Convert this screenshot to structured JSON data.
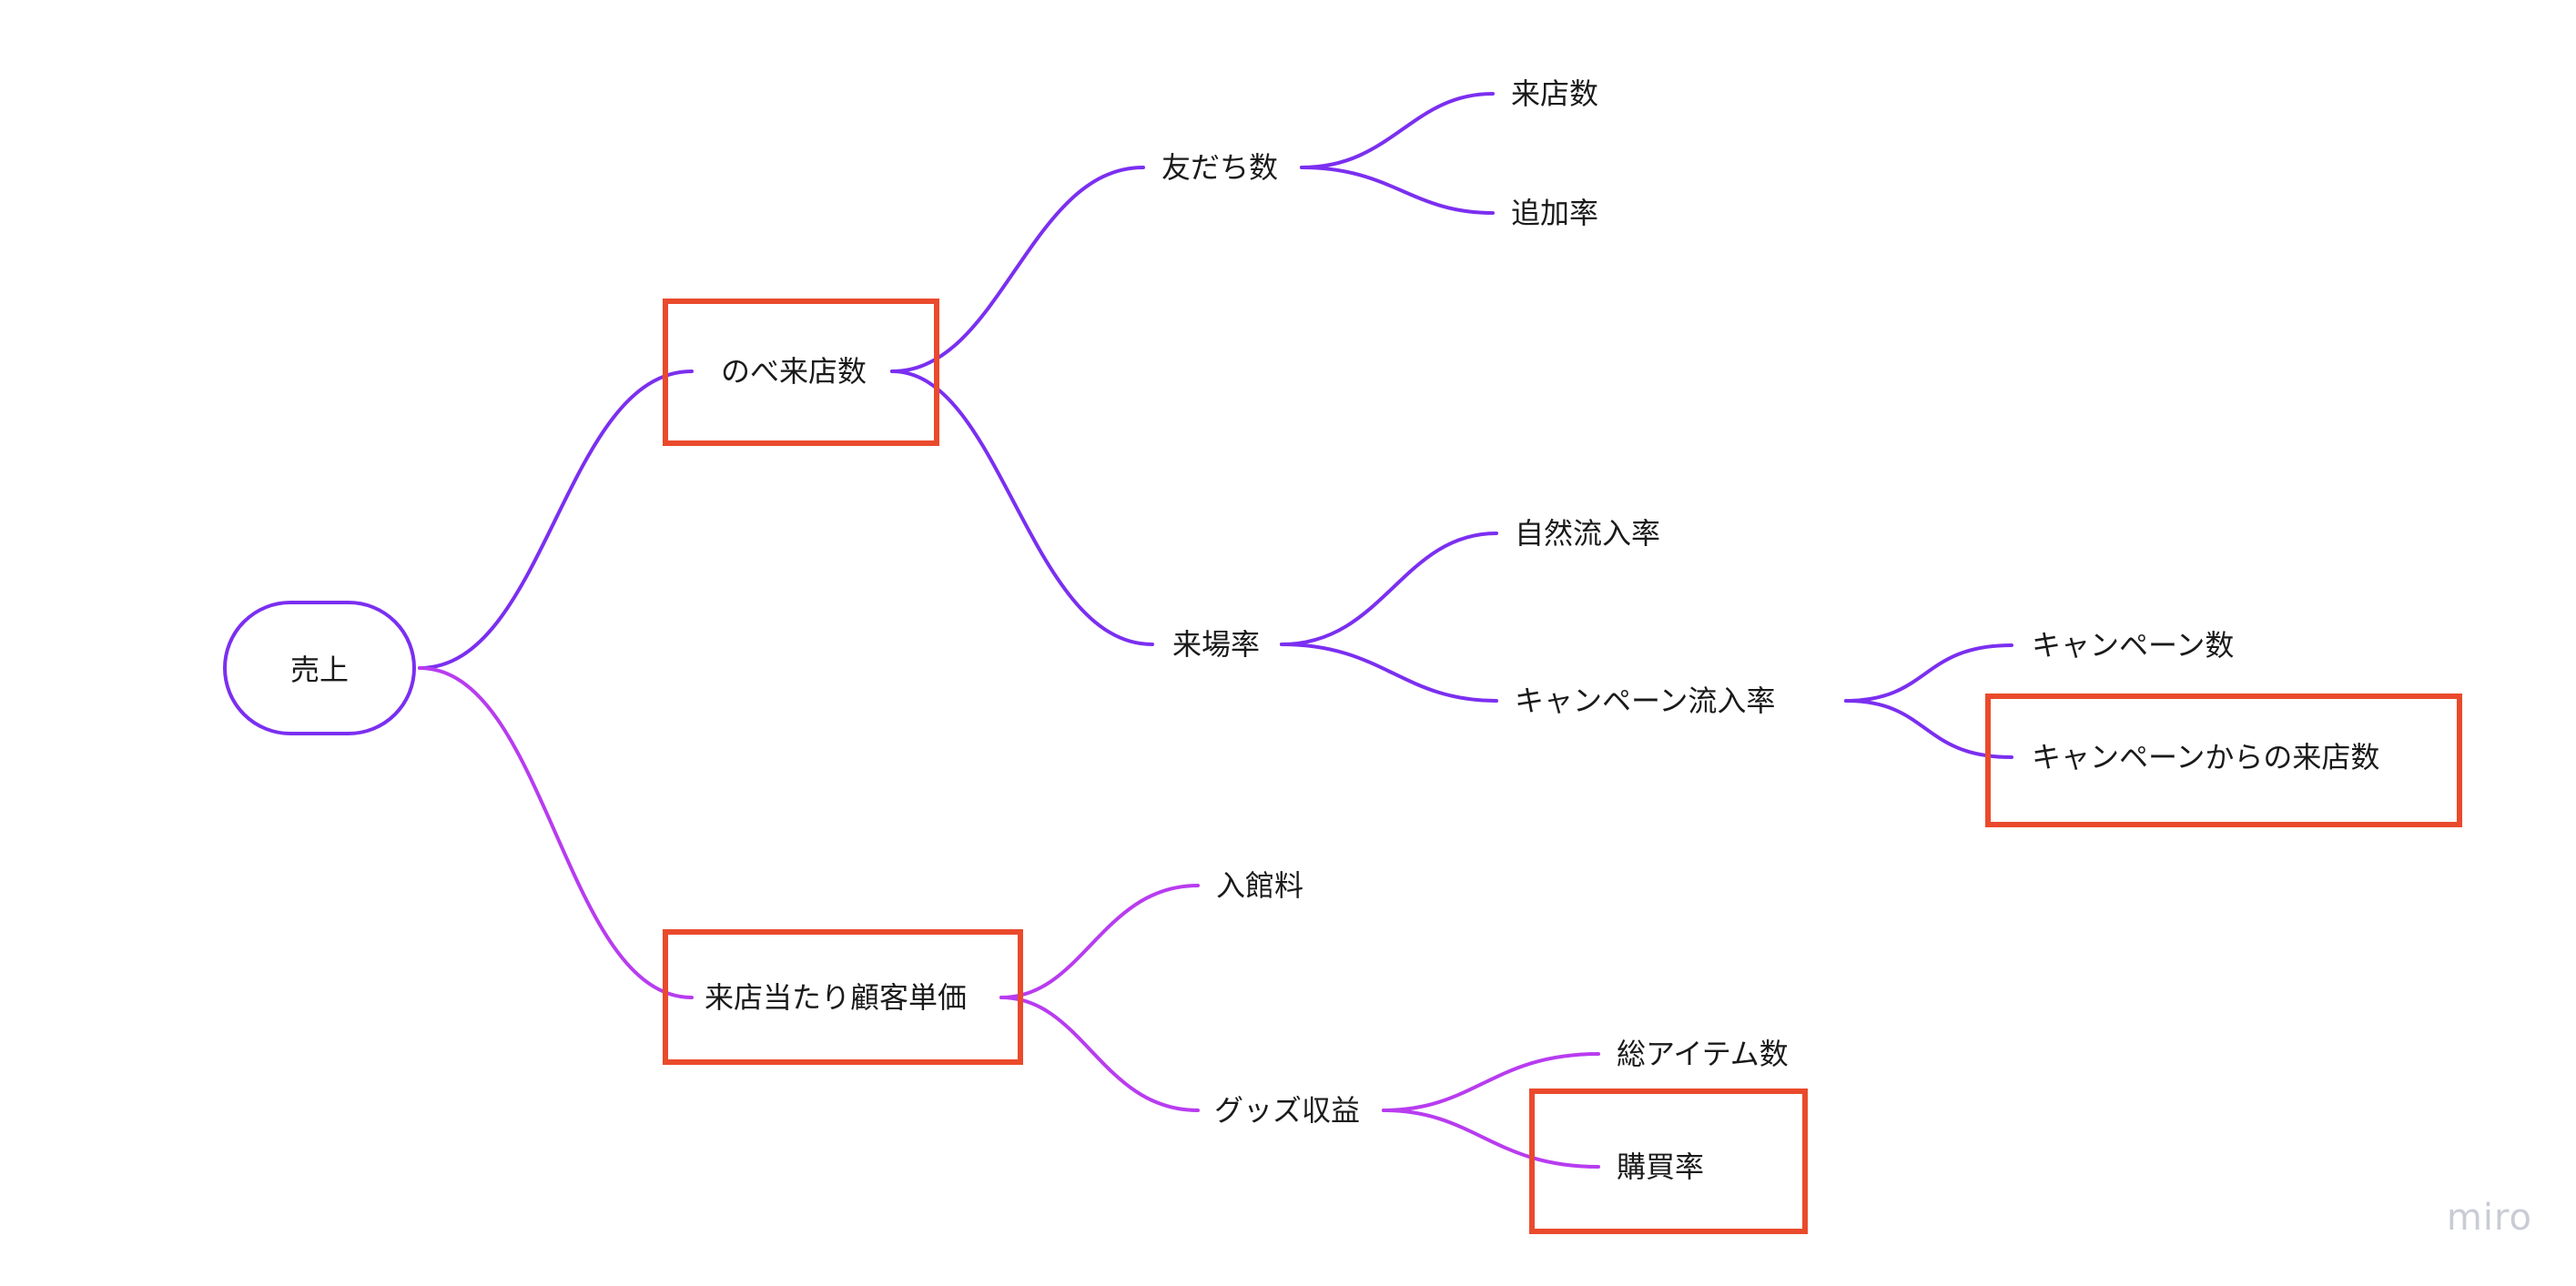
{
  "diagram": {
    "root": {
      "label": "売上"
    },
    "nodes": {
      "nobe": "のべ来店数",
      "tomodachi": "友だち数",
      "raiten": "来店数",
      "tsuika": "追加率",
      "raijo": "来場率",
      "shizen": "自然流入率",
      "campaign_inflow": "キャンペーン流入率",
      "campaign_count": "キャンペーン数",
      "campaign_visits": "キャンペーンからの来店数",
      "tanka": "来店当たり顧客単価",
      "nyukan": "入館料",
      "goods": "グッズ収益",
      "items": "総アイテム数",
      "kobai": "購買率"
    },
    "colors": {
      "branch_upper": "#7b2ff0",
      "branch_lower": "#b83cf0",
      "highlight": "#ea4a2c"
    }
  },
  "watermark": "miro"
}
